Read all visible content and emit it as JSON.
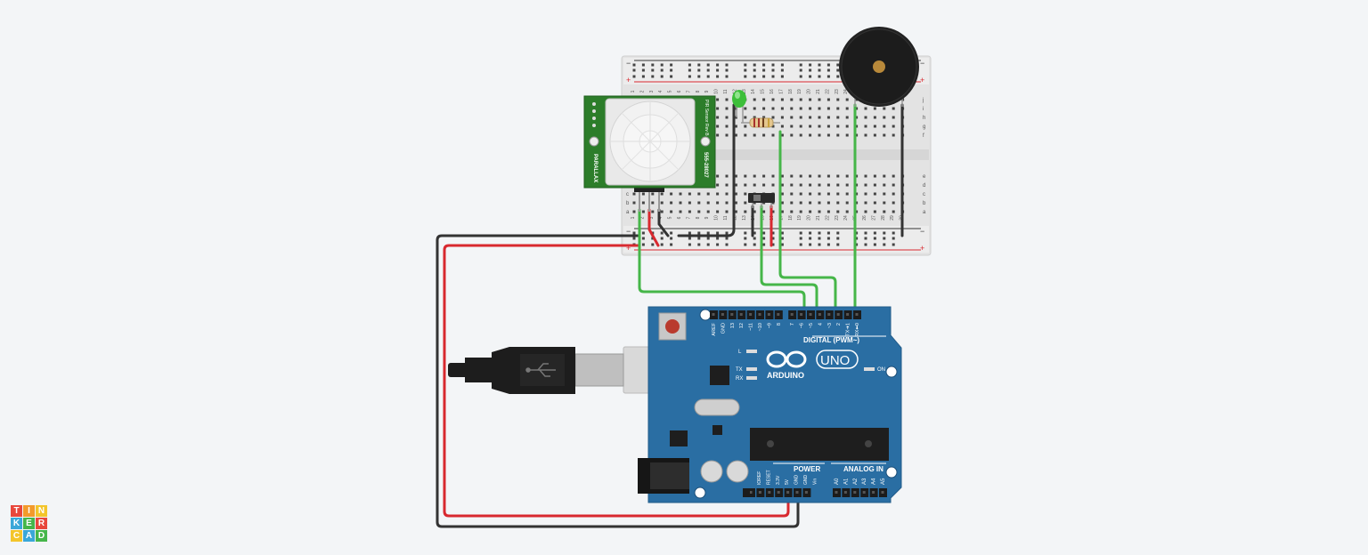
{
  "arduino": {
    "brand": "ARDUINO",
    "model": "UNO",
    "on_label": "ON",
    "l_label": "L",
    "tx_label": "TX",
    "rx_label": "RX",
    "digital_label": "DIGITAL (PWM~)",
    "power_label": "POWER",
    "analog_label": "ANALOG IN",
    "top_pins": [
      "AREF",
      "GND",
      "13",
      "12",
      "~11",
      "~10",
      "~9",
      "8",
      "7",
      "~6",
      "~5",
      "4",
      "~3",
      "2",
      "TX➜1",
      "RX⬅0"
    ],
    "power_pins": [
      "IOREF",
      "RESET",
      "3.3V",
      "5V",
      "GND",
      "GND",
      "Vin"
    ],
    "analog_pins": [
      "A0",
      "A1",
      "A2",
      "A3",
      "A4",
      "A5"
    ]
  },
  "pir": {
    "brand": "PARALLAX",
    "part": "555-28027",
    "rev": "PIR Sensor Rev B"
  },
  "breadboard": {
    "plus": "+",
    "minus": "−",
    "columns": [
      "1",
      "2",
      "3",
      "4",
      "5",
      "6",
      "7",
      "8",
      "9",
      "10",
      "11",
      "12",
      "13",
      "14",
      "15",
      "16",
      "17",
      "18",
      "19",
      "20",
      "21",
      "22",
      "23",
      "24",
      "25",
      "26",
      "27",
      "28",
      "29",
      "30"
    ],
    "rows_top": [
      "j",
      "i",
      "h",
      "g",
      "f"
    ],
    "rows_bottom": [
      "e",
      "d",
      "c",
      "b",
      "a"
    ]
  },
  "logo": {
    "letters": [
      "T",
      "I",
      "N",
      "K",
      "E",
      "R",
      "C",
      "A",
      "D"
    ]
  },
  "colors": {
    "background": "#f3f5f7",
    "arduino_board": "#2a6ea3",
    "pir_board": "#2c7d2a",
    "wire_green": "#46b649",
    "wire_red": "#d8292f",
    "wire_black": "#333333",
    "led": "#3dbf3a",
    "buzzer": "#222222"
  }
}
